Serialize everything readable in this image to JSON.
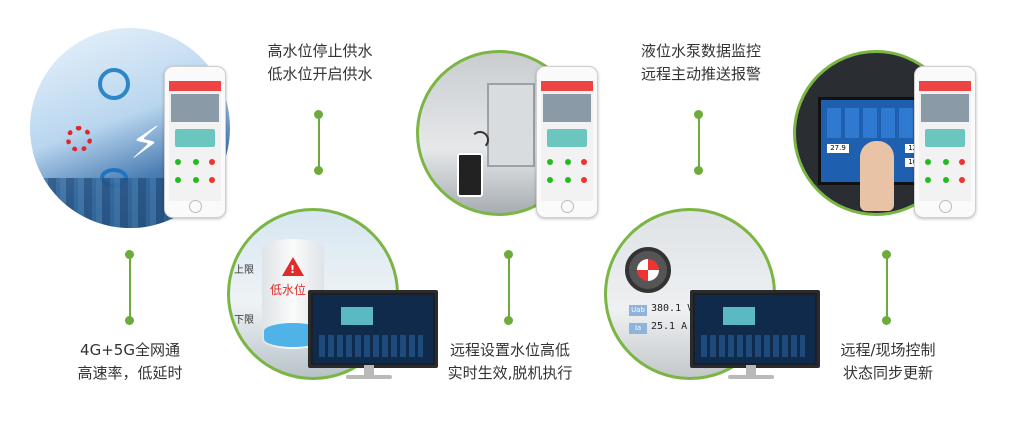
{
  "captions": {
    "c1_line1": "4G+5G全网通",
    "c1_line2": "高速率，低延时",
    "c2_line1": "高水位停止供水",
    "c2_line2": "低水位开启供水",
    "c3_line1": "远程设置水位高低",
    "c3_line2": "实时生效,脱机执行",
    "c4_line1": "液位水泵数据监控",
    "c4_line2": "远程主动推送报警",
    "c5_line1": "远程/现场控制",
    "c5_line2": "状态同步更新"
  },
  "tank": {
    "upper_label": "上限",
    "lower_label": "下限",
    "alarm_label": "低水位",
    "alarm_icon": "warning-icon"
  },
  "pump": {
    "voltage_tag": "Uab",
    "voltage_value": "380.1 V",
    "current_tag": "Ia",
    "current_value": "25.1 A"
  },
  "touch_panel": {
    "readout_1": "27.9",
    "readout_2": "12.3",
    "readout_3": "10.3"
  },
  "colors": {
    "accent": "#6dab3c",
    "alarm": "#e02b2b",
    "screen_blue": "#1f5fb0"
  }
}
